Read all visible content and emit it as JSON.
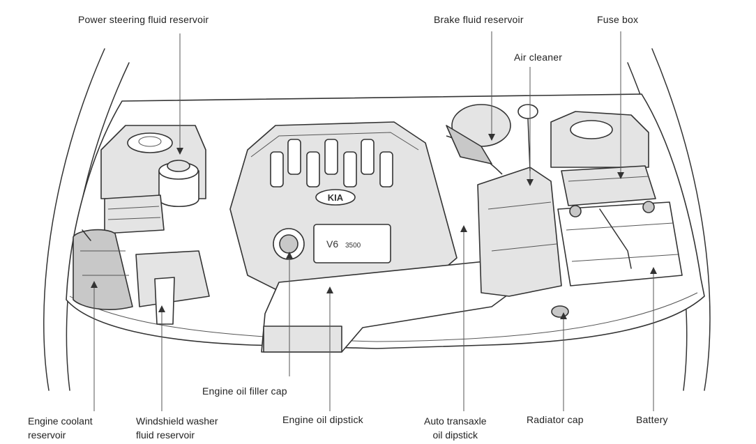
{
  "labels": {
    "power_steering": "Power steering fluid reservoir",
    "brake_fluid": "Brake fluid reservoir",
    "fuse_box": "Fuse box",
    "air_cleaner": "Air cleaner",
    "engine_oil_filler": "Engine oil filler cap",
    "engine_coolant": [
      "Engine coolant",
      "reservoir"
    ],
    "washer_fluid": [
      "Windshield washer",
      "fluid reservoir"
    ],
    "engine_oil_dipstick": "Engine oil dipstick",
    "auto_transaxle": [
      "Auto transaxle",
      "oil dipstick"
    ],
    "radiator_cap": "Radiator cap",
    "battery": "Battery"
  },
  "engine_cover": {
    "logo": "KIA",
    "model": "V6",
    "displacement": "3500"
  }
}
